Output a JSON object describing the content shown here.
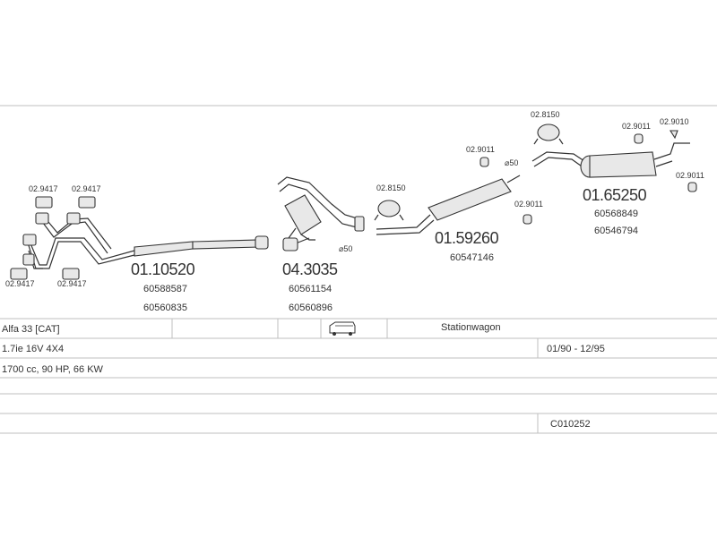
{
  "parts": {
    "gasket_tl1": "02.9417",
    "gasket_tl2": "02.9417",
    "gasket_bl1": "02.9417",
    "gasket_bl2": "02.9417",
    "front_pipe": {
      "number": "01.10520",
      "oe1": "60588587",
      "oe2": "60560835"
    },
    "catalyst": {
      "number": "04.3035",
      "oe1": "60561154",
      "oe2": "60560896"
    },
    "cat_diameter": "⌀50",
    "mid_clamp": "02.8150",
    "mid_silencer": {
      "number": "01.59260",
      "oe1": "60547146"
    },
    "mid_hanger1": "02.9011",
    "mid_hanger2": "02.9011",
    "mid_diameter": "⌀50",
    "rear_clamp": "02.8150",
    "rear_hanger1": "02.9011",
    "rear_hanger2": "02.9011",
    "rear_mount": "02.9010",
    "rear_silencer": {
      "number": "01.65250",
      "oe1": "60568849",
      "oe2": "60546794"
    }
  },
  "vehicle": {
    "model": "Alfa 33  [CAT]",
    "body": "Stationwagon",
    "body_icon": "van-icon",
    "engine": "1.7ie 16V 4X4",
    "years": "01/90 - 12/95",
    "spec": "1700 cc, 90 HP, 66 KW",
    "code": "C010252"
  }
}
